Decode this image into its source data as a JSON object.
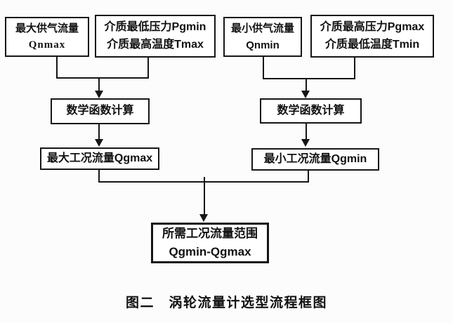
{
  "figure_caption": "图二　涡轮流量计选型流程框图",
  "nodes": {
    "qnmax": {
      "line1": "最大供气流量",
      "line2": "Qnmax"
    },
    "pgmin_tmax": {
      "line1": "介质最低压力Pgmin",
      "line2": "介质最高温度Tmax"
    },
    "qnmin": {
      "line1": "最小供气流量",
      "line2": "Qnmin"
    },
    "pgmax_tmin": {
      "line1": "介质最高压力Pgmax",
      "line2": "介质最低温度Tmin"
    },
    "calc_left": {
      "label": "数学函数计算"
    },
    "calc_right": {
      "label": "数学函数计算"
    },
    "qgmax": {
      "label": "最大工况流量Qgmax"
    },
    "qgmin": {
      "label": "最小工况流量Qgmin"
    },
    "result": {
      "line1": "所需工况流量范围",
      "line2": "Qgmin-Qgmax"
    }
  },
  "colors": {
    "line": "#161616",
    "text": "#111111",
    "background": "#fcfcfc",
    "box_fill": "#ffffff"
  }
}
